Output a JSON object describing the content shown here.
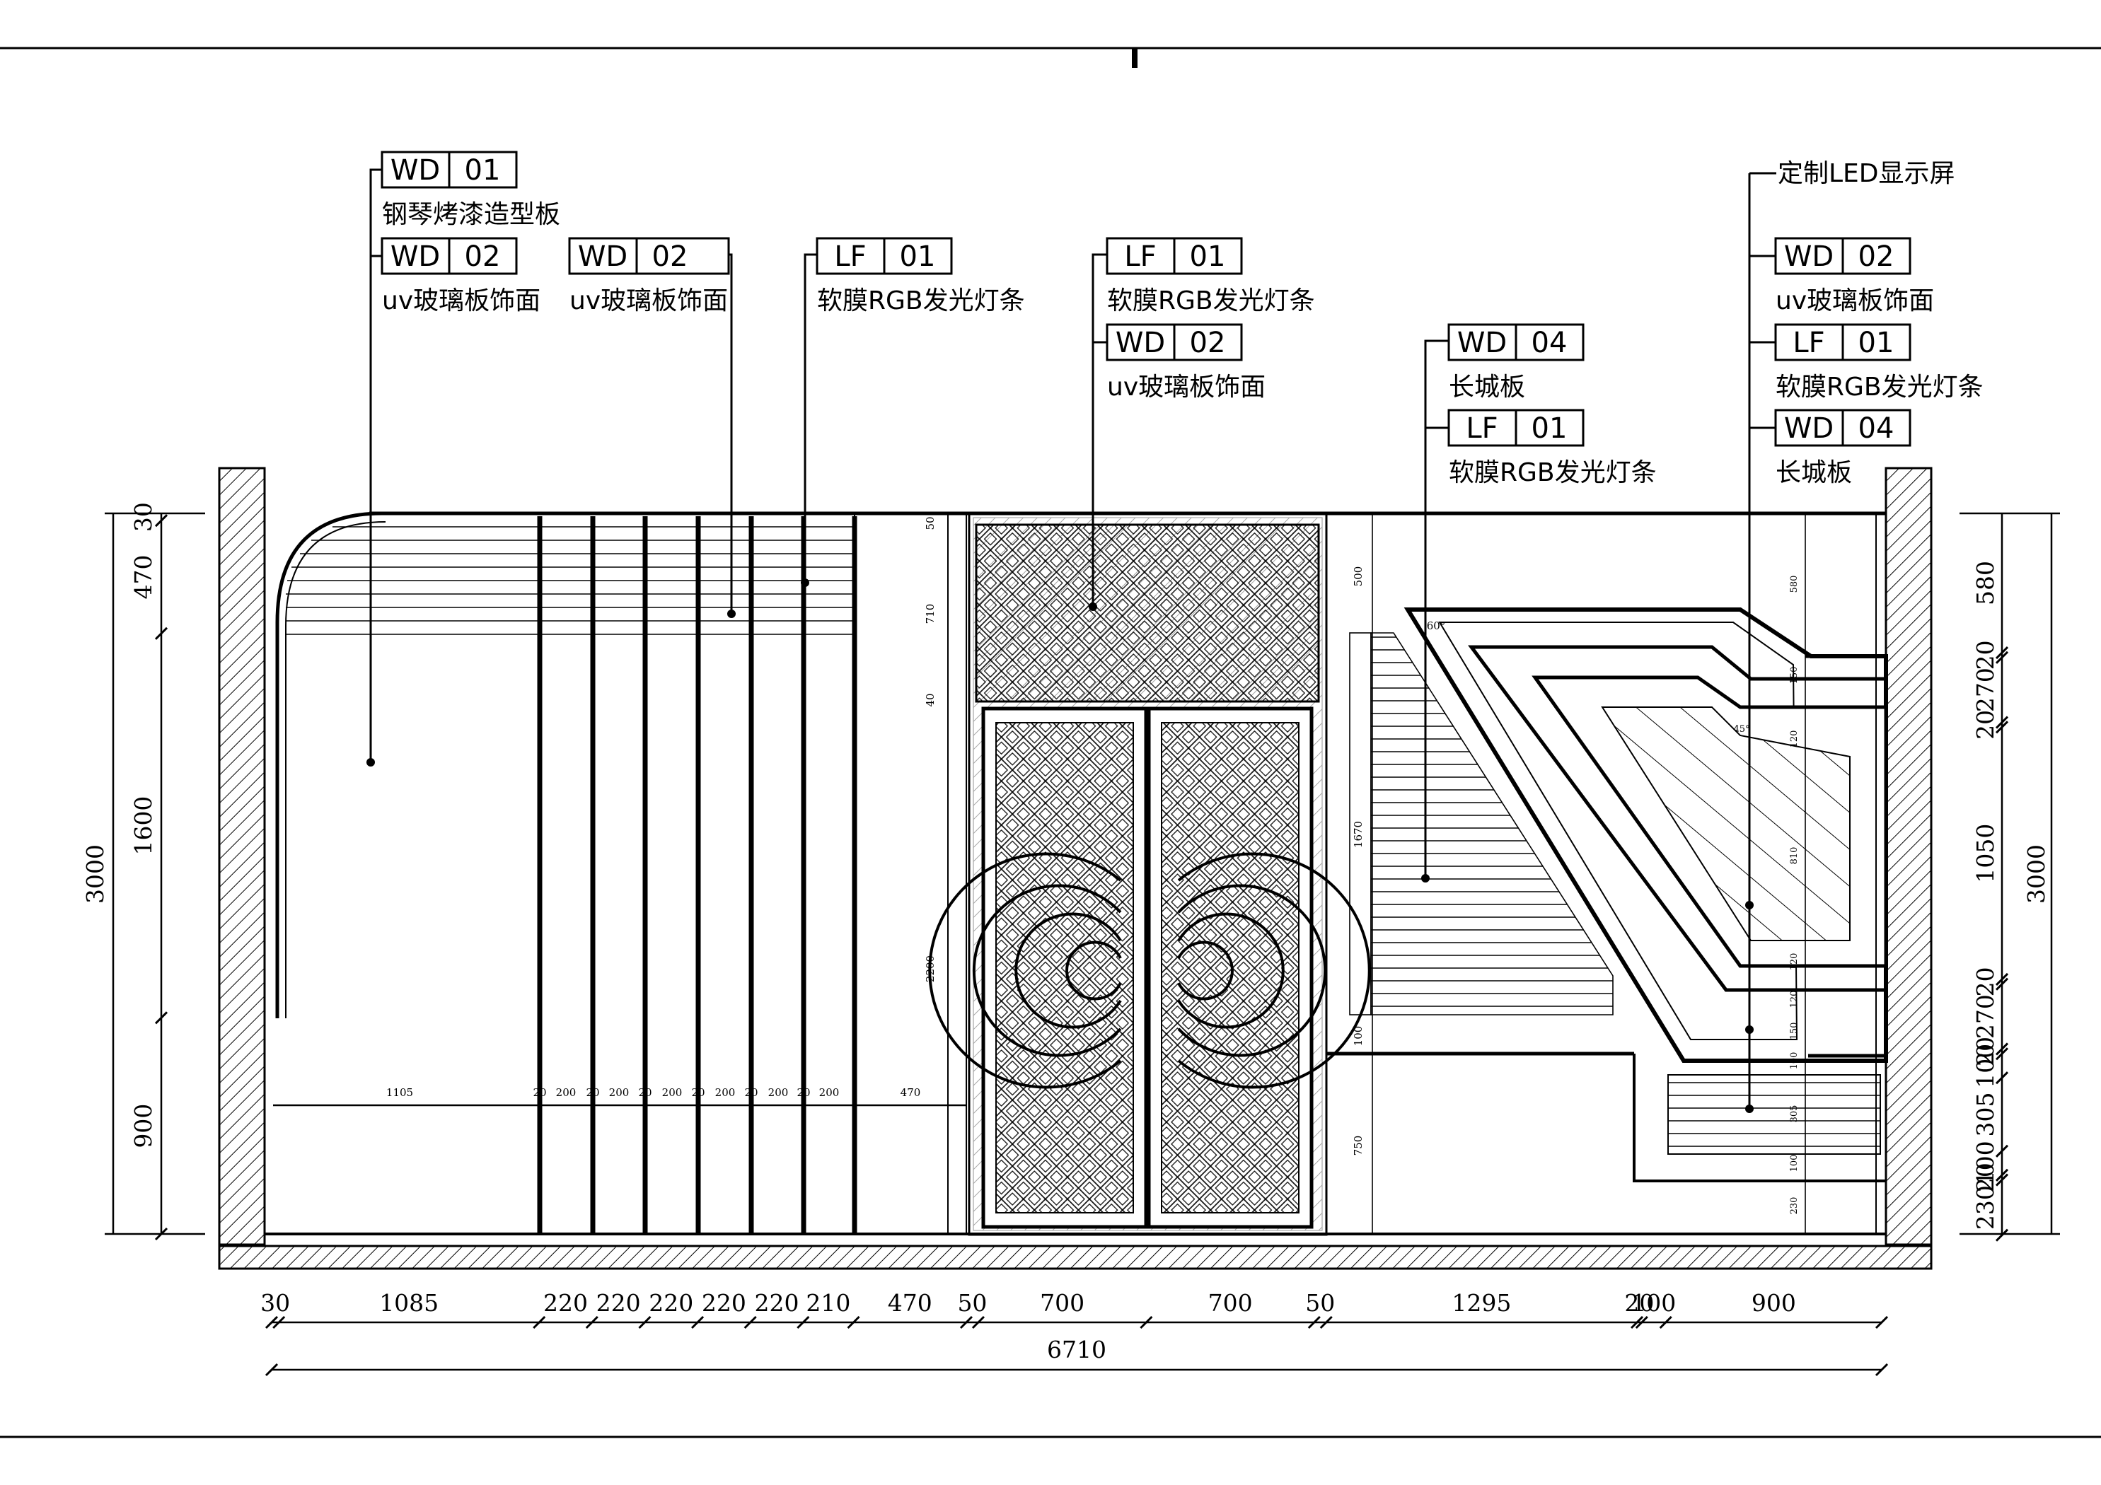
{
  "tags": [
    {
      "code": "WD",
      "num": "01",
      "note": "钢琴烤漆造型板"
    },
    {
      "code": "WD",
      "num": "02",
      "note": "uv玻璃板饰面"
    },
    {
      "code": "WD",
      "num": "02",
      "note": "uv玻璃板饰面"
    },
    {
      "code": "LF",
      "num": "01",
      "note": "软膜RGB发光灯条"
    },
    {
      "code": "LF",
      "num": "01",
      "note": "软膜RGB发光灯条"
    },
    {
      "code": "WD",
      "num": "02",
      "note": "uv玻璃板饰面"
    },
    {
      "code": "WD",
      "num": "04",
      "note": "长城板"
    },
    {
      "code": "LF",
      "num": "01",
      "note": "软膜RGB发光灯条"
    },
    {
      "code": "WD",
      "num": "02",
      "note": "uv玻璃板饰面"
    },
    {
      "code": "LF",
      "num": "01",
      "note": "软膜RGB发光灯条"
    },
    {
      "code": "WD",
      "num": "04",
      "note": "长城板"
    }
  ],
  "led_note": "定制LED显示屏",
  "bottom_dims": [
    "30",
    "1085",
    "220",
    "220",
    "220",
    "220",
    "220",
    "210",
    "470",
    "50",
    "700",
    "700",
    "50",
    "1295",
    "20",
    "100",
    "900"
  ],
  "total_width": "6710",
  "left_dims": {
    "total": "3000",
    "segments": [
      "30",
      "470",
      "1600",
      "900"
    ]
  },
  "right_dims": {
    "total": "3000",
    "segments": [
      "580",
      "20",
      "270",
      "20",
      "1050",
      "20",
      "270",
      "20",
      "100",
      "305",
      "100",
      "20",
      "230"
    ]
  },
  "inner_dims": {
    "row": [
      "1105",
      "20",
      "200",
      "20",
      "200",
      "20",
      "200",
      "20",
      "200",
      "20",
      "200",
      "20",
      "200",
      "470"
    ],
    "panel_col": [
      "50",
      "710",
      "40",
      "2200"
    ],
    "mid_col": [
      "500",
      "1670",
      "100",
      "750"
    ],
    "right_col": [
      "580",
      "150",
      "120",
      "810",
      "120",
      "120",
      "150",
      "100",
      "305",
      "100",
      "230"
    ],
    "angle": "60°",
    "angle2": "45°"
  }
}
